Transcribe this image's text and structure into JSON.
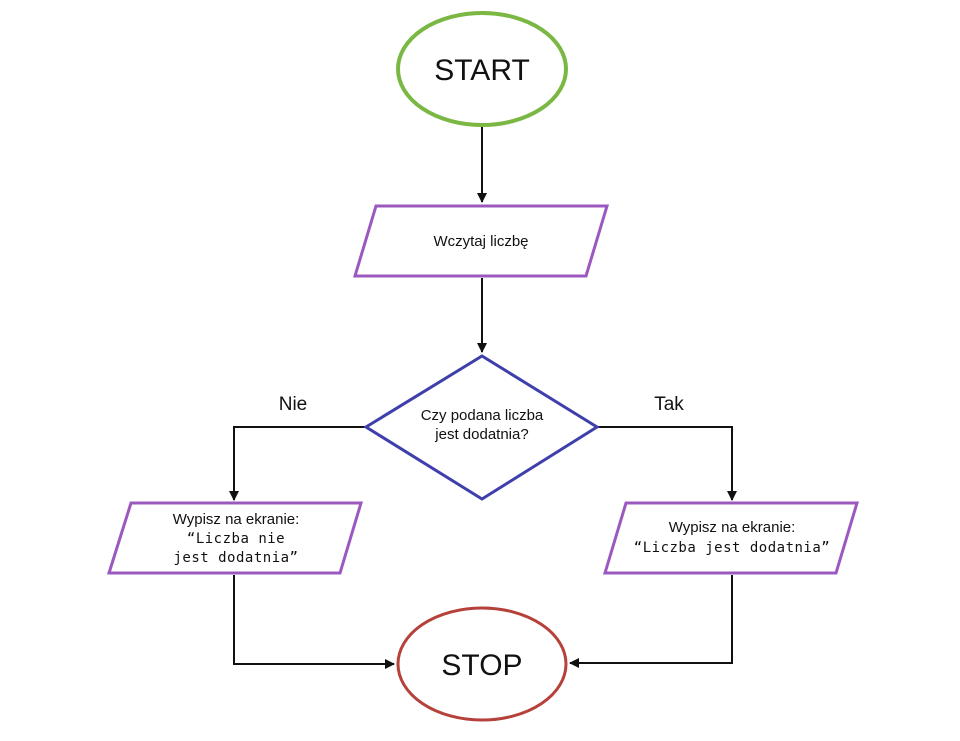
{
  "nodes": {
    "start": {
      "label": "START"
    },
    "input": {
      "label": "Wczytaj liczbę"
    },
    "decision": {
      "line1": "Czy podana liczba",
      "line2": "jest dodatnia?"
    },
    "output_no": {
      "caption": "Wypisz na ekranie:",
      "line1": "“Liczba nie",
      "line2": "jest dodatnia”"
    },
    "output_yes": {
      "caption": "Wypisz na ekranie:",
      "line1": "“Liczba jest dodatnia”"
    },
    "stop": {
      "label": "STOP"
    }
  },
  "branches": {
    "no": "Nie",
    "yes": "Tak"
  },
  "colors": {
    "terminal_start": "#7bb843",
    "terminal_stop": "#b5413a",
    "io": "#9b59c0",
    "decision": "#3e3fab",
    "connector": "#111111"
  }
}
